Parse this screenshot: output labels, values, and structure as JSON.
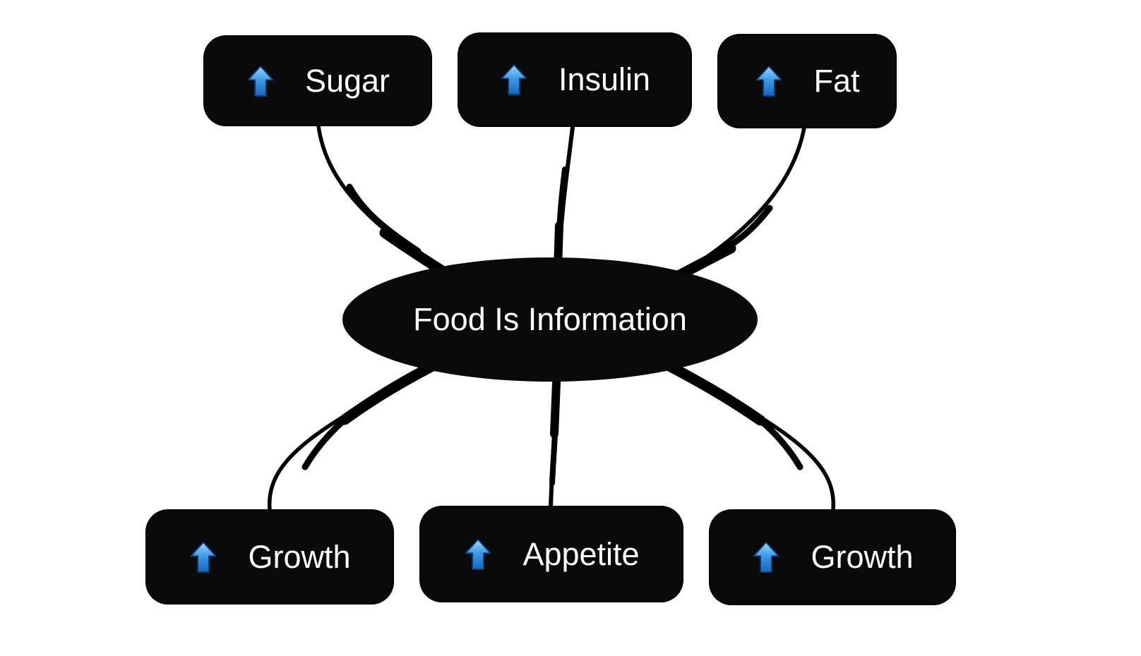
{
  "diagram": {
    "center_node": {
      "label": "Food Is Information"
    },
    "top_nodes": [
      {
        "label": "Sugar",
        "icon": "up-arrow-icon"
      },
      {
        "label": "Insulin",
        "icon": "up-arrow-icon"
      },
      {
        "label": "Fat",
        "icon": "up-arrow-icon"
      }
    ],
    "bottom_nodes": [
      {
        "label": "Growth",
        "icon": "up-arrow-icon"
      },
      {
        "label": "Appetite",
        "icon": "up-arrow-icon"
      },
      {
        "label": "Growth",
        "icon": "up-arrow-icon"
      }
    ],
    "colors": {
      "node_background": "#0a0a0a",
      "node_text": "#ffffff",
      "arrow_blue": "#3f9be6",
      "connector": "#000000",
      "canvas_background": "#ffffff"
    }
  }
}
